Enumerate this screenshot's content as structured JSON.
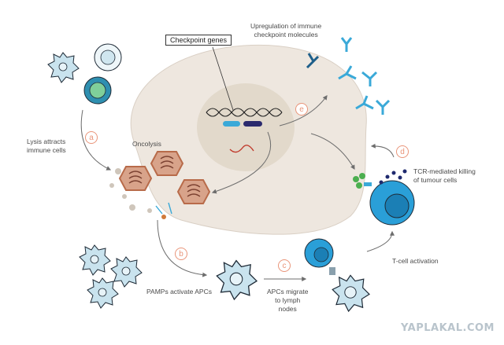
{
  "labels": {
    "checkpoint_genes": "Checkpoint genes",
    "upregulation": "Upregulation of immune\ncheckpoint molecules",
    "oncolysis": "Oncolysis",
    "lysis": "Lysis attracts\nimmune cells",
    "tcr": "TCR-mediated killing\nof tumour cells",
    "pamps": "PAMPs activate APCs",
    "apcs_migrate": "APCs migrate\nto lymph\nnodes",
    "tcell_activation": "T-cell activation"
  },
  "steps": [
    "a",
    "b",
    "c",
    "d",
    "e"
  ],
  "watermark": "YAPLAKAL.COM",
  "colors": {
    "cell_body": "#eee7df",
    "nucleus": "#e2d9cb",
    "virus": "#b86b4a",
    "tcell": "#2a9fd8",
    "apc": "#c9e3ee",
    "checkpoint": "#3aa9d8",
    "step_circle": "#e9957a",
    "arrow": "#6d6d6d"
  }
}
